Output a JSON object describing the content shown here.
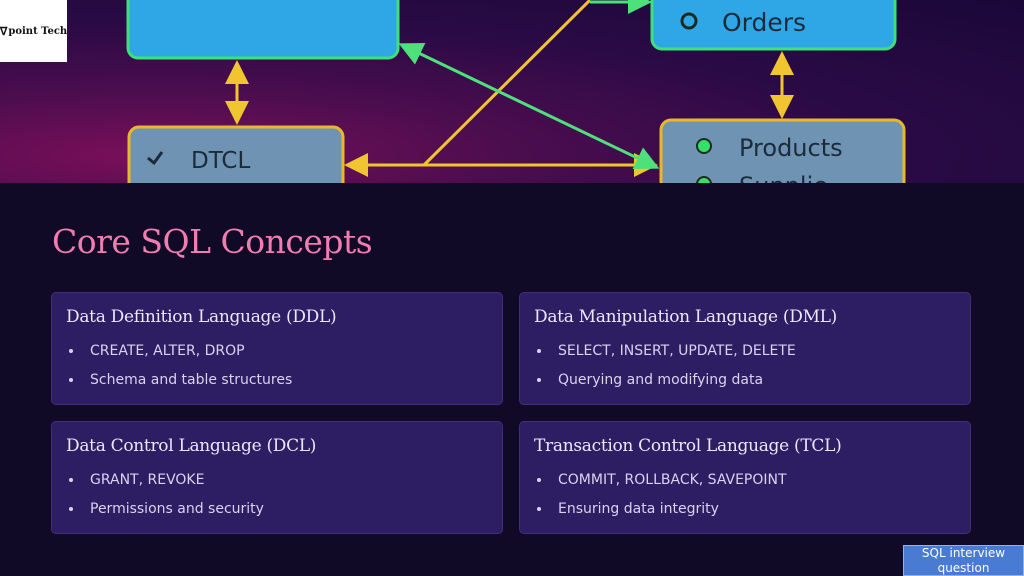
{
  "logo": {
    "text": "point Tech",
    "mark": "ᐁ"
  },
  "diagram": {
    "boxes": {
      "orders": "Orders",
      "dtcl": "DTCL",
      "products": "Products",
      "suppliers_partial": "Supplie"
    },
    "colors": {
      "box_fill_blue": "#2fa7e6",
      "box_fill_gray": "#6f93b3",
      "border_green": "#3ee07a",
      "border_yellow": "#e8b82a",
      "arrow_green": "#4ee07a",
      "arrow_yellow": "#f0c530",
      "dot_green": "#33e06a"
    }
  },
  "content": {
    "title": "Core SQL Concepts",
    "cards": [
      {
        "title": "Data Definition Language (DDL)",
        "bullets": [
          "CREATE, ALTER, DROP",
          "Schema and table structures"
        ]
      },
      {
        "title": "Data Manipulation Language (DML)",
        "bullets": [
          "SELECT, INSERT, UPDATE, DELETE",
          "Querying and modifying data"
        ]
      },
      {
        "title": "Data Control Language (DCL)",
        "bullets": [
          "GRANT, REVOKE",
          "Permissions and security"
        ]
      },
      {
        "title": "Transaction Control Language (TCL)",
        "bullets": [
          "COMMIT, ROLLBACK, SAVEPOINT",
          "Ensuring data integrity"
        ]
      }
    ]
  },
  "badge": {
    "line1": "SQL interview",
    "line2": "question"
  },
  "colors": {
    "background": "#110a26",
    "title": "#f07cb0",
    "card_bg": "#2d1d63",
    "badge_bg": "#4a7bd2"
  }
}
